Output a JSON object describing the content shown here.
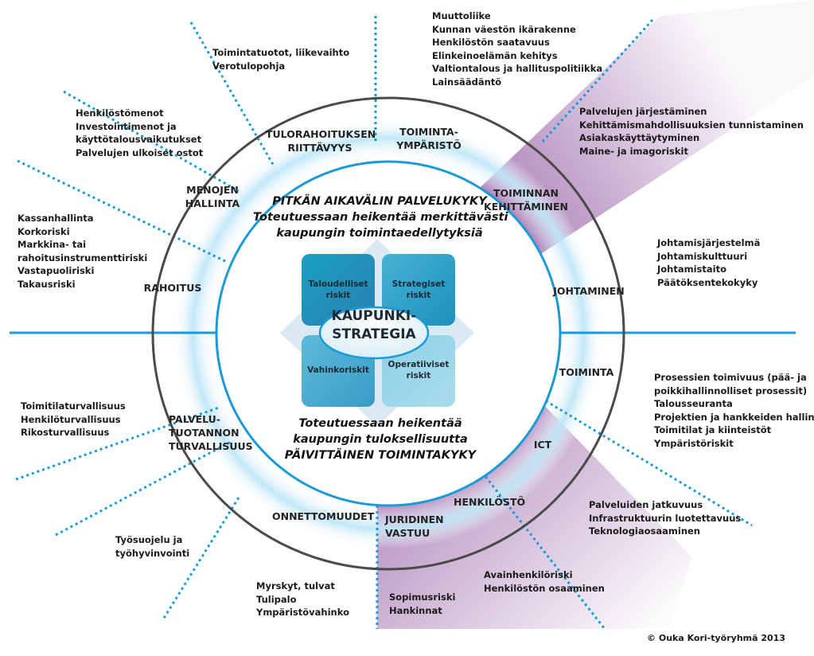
{
  "center": {
    "line1": "KAUPUNKI-",
    "line2": "STRATEGIA"
  },
  "quadrants": {
    "top_left": {
      "line1": "Taloudelliset",
      "line2": "riskit"
    },
    "top_right": {
      "line1": "Strategiset",
      "line2": "riskit"
    },
    "bottom_left": {
      "line1": "Vahinkoriskit"
    },
    "bottom_right": {
      "line1": "Operatiiviset",
      "line2": "riskit"
    }
  },
  "headline_top": {
    "line1": "PITKÄN AIKAVÄLIN PALVELUKYKY",
    "line2": "Toteutuessaan heikentää merkittävästi",
    "line3": "kaupungin toimintaedellytyksiä"
  },
  "headline_bottom": {
    "line1": "Toteutuessaan heikentää",
    "line2": "kaupungin tuloksellisuutta",
    "line3": "PÄIVITTÄINEN TOIMINTAKYKY"
  },
  "segments": {
    "tulorahoitus": {
      "line1": "TULORAHOITUKSEN",
      "line2": "RIITTÄVYYS"
    },
    "toimintaymparisto": {
      "line1": "TOIMINTA-",
      "line2": "YMPÄRISTÖ"
    },
    "menojen": {
      "line1": "MENOJEN",
      "line2": "HALLINTA"
    },
    "toiminnan_kehittaminen": {
      "line1": "TOIMINNAN",
      "line2": "KEHITTÄMINEN"
    },
    "rahoitus": {
      "line1": "RAHOITUS"
    },
    "johtaminen": {
      "line1": "JOHTAMINEN"
    },
    "toiminta": {
      "line1": "TOIMINTA"
    },
    "ict": {
      "line1": "ICT"
    },
    "palvelutuotanto": {
      "line1": "PALVELU-",
      "line2": "TUOTANNON",
      "line3": "TURVALLISUUS"
    },
    "onnettomuudet": {
      "line1": "ONNETTOMUUDET"
    },
    "juridinen": {
      "line1": "JURIDINEN",
      "line2": "VASTUU"
    },
    "henkilosto": {
      "line1": "HENKILÖSTÖ"
    }
  },
  "outer_lists": {
    "toimintaymparisto": [
      "Muuttoliike",
      "Kunnan väestön ikärakenne",
      "Henkilöstön saatavuus",
      "Elinkeinoelämän kehitys",
      "Valtiontalous ja hallituspolitiikka",
      "Lainsäädäntö"
    ],
    "tulorahoitus": [
      "Toimintatuotot, liikevaihto",
      "Verotulopohja"
    ],
    "menojen": [
      "Henkilöstömenot",
      "Investointimenot ja",
      "käyttötalousvaikutukset",
      "Palvelujen ulkoiset ostot"
    ],
    "toiminnan_kehittaminen": [
      "Palvelujen järjestäminen",
      "Kehittämismahdollisuuksien tunnistaminen",
      "Asiakaskäyttäytyminen",
      "Maine- ja imagoriskit"
    ],
    "rahoitus": [
      "Kassanhallinta",
      "Korkoriski",
      "Markkina- tai",
      "rahoitusinstrumenttiriski",
      "Vastapuoliriski",
      "Takausriski"
    ],
    "johtaminen": [
      "Johtamisjärjestelmä",
      "Johtamiskulttuuri",
      "Johtamistaito",
      "Päätöksentekokyky"
    ],
    "toiminta": [
      "Prosessien toimivuus (pää- ja",
      "poikkihallinnolliset prosessit)",
      "Talousseuranta",
      "Projektien ja hankkeiden hallinta",
      "Toimitilat ja kiinteistöt",
      "Ympäristöriskit"
    ],
    "palvelutuotanto": [
      "Toimitilaturvallisuus",
      "Henkilöturvallisuus",
      "Rikosturvallisuus"
    ],
    "ict": [
      "Palveluiden jatkuvuus",
      "Infrastruktuurin luotettavuus",
      "Teknologiaosaaminen"
    ],
    "tyosuojelu": [
      "Työsuojelu ja",
      "työhyvinvointi"
    ],
    "onnettomuudet": [
      "Myrskyt, tulvat",
      "Tulipalo",
      "Ympäristövahinko"
    ],
    "henkilosto": [
      "Avainhenkilöriski",
      "Henkilöstön osaaminen"
    ],
    "juridinen": [
      "Sopimusriski",
      "Hankinnat"
    ]
  },
  "copyright": "© Ouka Kori-työryhmä 2013",
  "colors": {
    "blue_line": "#1a9ad6",
    "ring_dark": "#4a4a4a",
    "purple": "#9a66a9",
    "quad_dark": "#1fa0c0",
    "quad_light": "#7fcbe0"
  }
}
